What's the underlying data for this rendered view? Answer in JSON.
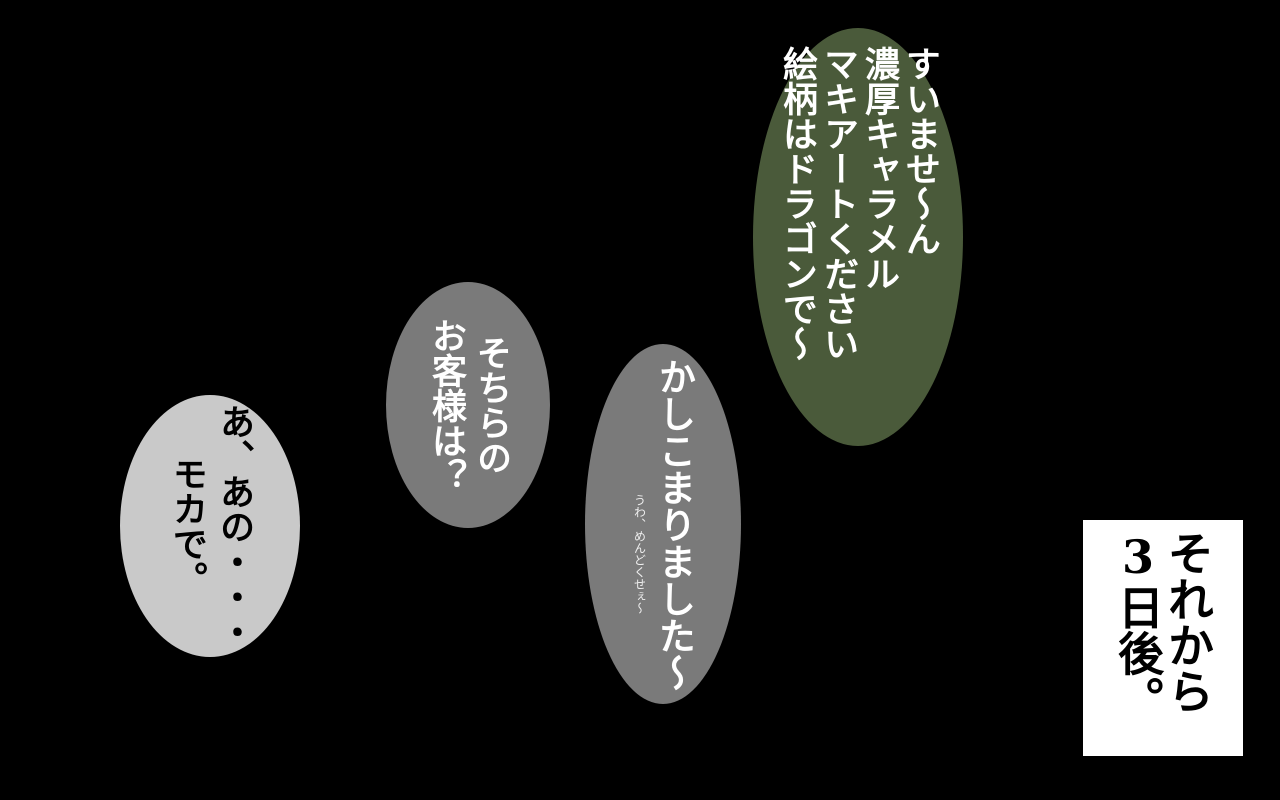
{
  "colors": {
    "background": "#000000",
    "green_bubble": "#4a5a3a",
    "grey_bubble": "#7a7a7a",
    "light_bubble": "#c9c9c9",
    "caption_box": "#ffffff"
  },
  "bubbles": {
    "order_drink": {
      "lines": [
        "すいませ～ん",
        "濃厚キャラメル",
        "マキアートください",
        "絵柄はドラゴンで～"
      ]
    },
    "ask_customer": {
      "lines": [
        "そちらの",
        "お客様は？"
      ]
    },
    "acknowledge": {
      "line": "かしこまりました～",
      "aside": "うわ、めんどくせぇ～"
    },
    "mocha_order": {
      "lines": [
        "あ、あの・・・",
        "モカで。"
      ]
    }
  },
  "caption": {
    "lines": [
      "それから",
      "3日後。"
    ]
  }
}
